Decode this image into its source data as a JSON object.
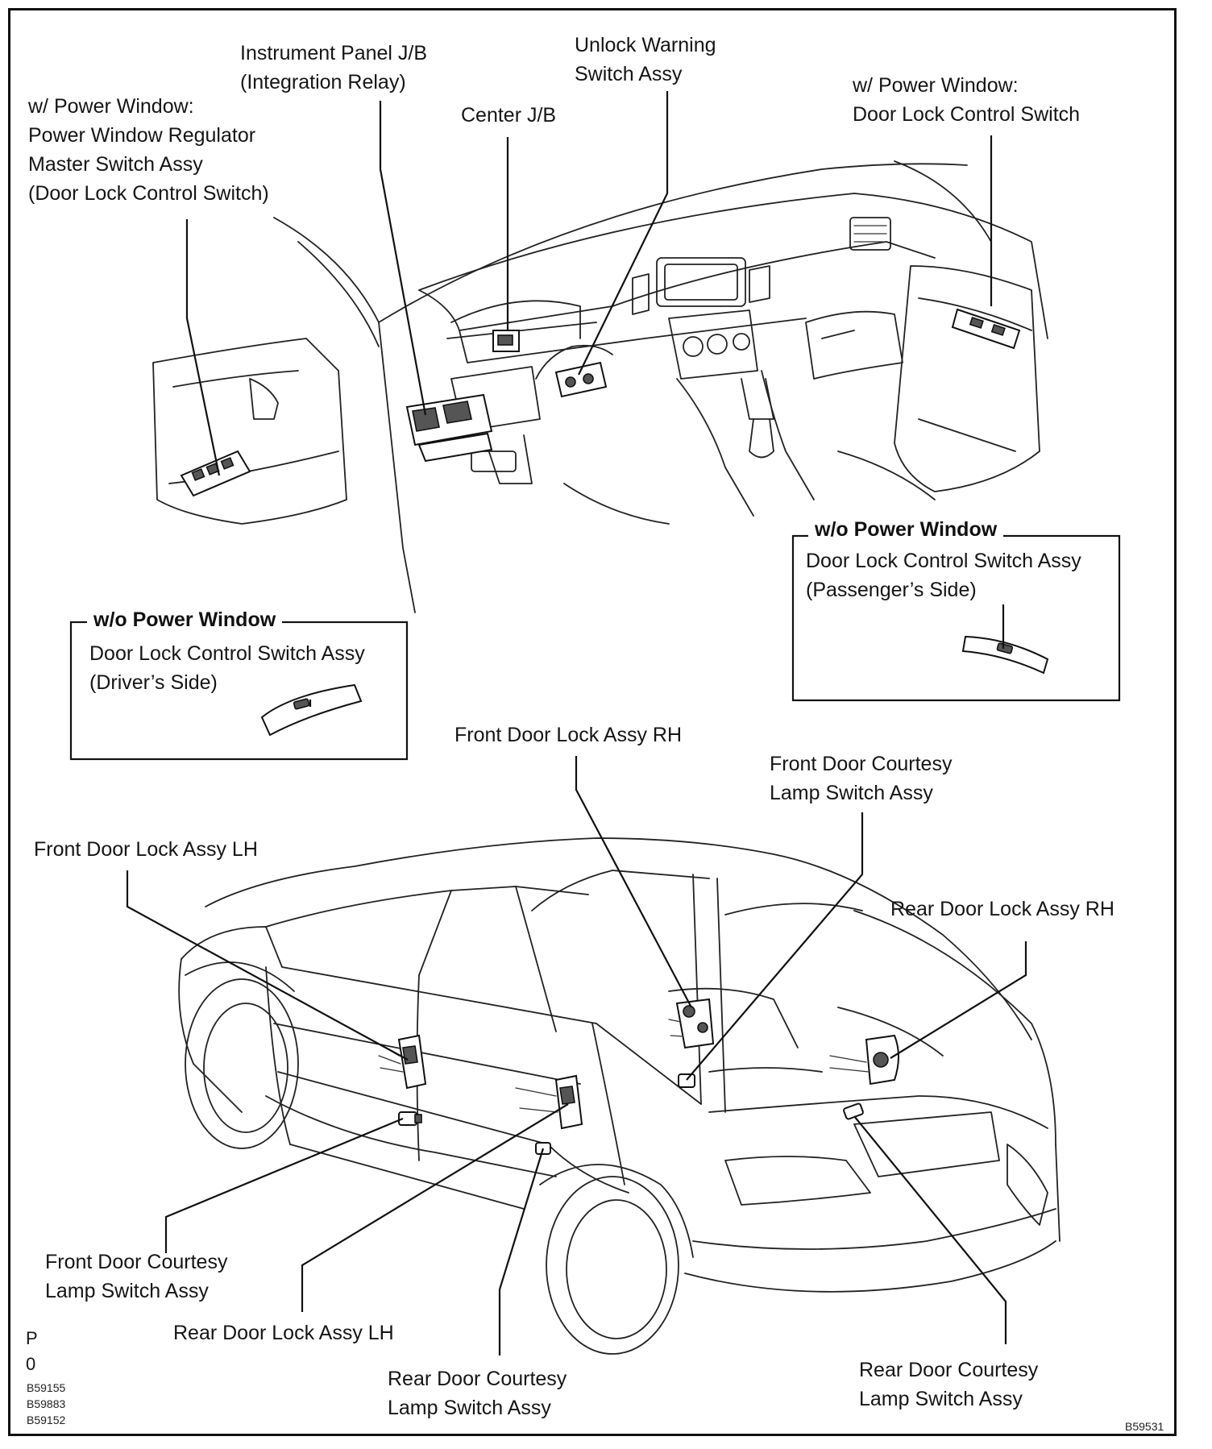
{
  "labels": {
    "instrument_panel_jb": [
      "Instrument Panel J/B",
      "(Integration Relay)"
    ],
    "unlock_warning": [
      "Unlock Warning",
      "Switch Assy"
    ],
    "center_jb": [
      "Center J/B"
    ],
    "pw_master": [
      "w/ Power Window:",
      "Power Window Regulator",
      "Master Switch Assy",
      "(Door Lock Control Switch)"
    ],
    "pw_door_lock": [
      "w/ Power Window:",
      "Door Lock Control Switch"
    ],
    "box_passenger_title": "w/o Power Window",
    "box_passenger_text": [
      "Door Lock Control Switch Assy",
      "(Passenger’s Side)"
    ],
    "box_driver_title": "w/o Power Window",
    "box_driver_text": [
      "Door Lock Control Switch Assy",
      "(Driver’s Side)"
    ],
    "front_lock_rh": [
      "Front Door Lock Assy RH"
    ],
    "front_courtesy_right": [
      "Front Door Courtesy",
      "Lamp Switch Assy"
    ],
    "front_lock_lh": [
      "Front Door Lock Assy LH"
    ],
    "rear_lock_rh": [
      "Rear Door Lock Assy RH"
    ],
    "front_courtesy_left": [
      "Front Door Courtesy",
      "Lamp Switch Assy"
    ],
    "rear_lock_lh": [
      "Rear Door Lock Assy LH"
    ],
    "rear_courtesy_left": [
      "Rear Door Courtesy",
      "Lamp Switch Assy"
    ],
    "rear_courtesy_right": [
      "Rear Door Courtesy",
      "Lamp Switch Assy"
    ]
  },
  "page_marks": {
    "p": "P",
    "o": "0"
  },
  "figure_codes": [
    "B59155",
    "B59883",
    "B59152"
  ],
  "figure_code_right": "B59531"
}
